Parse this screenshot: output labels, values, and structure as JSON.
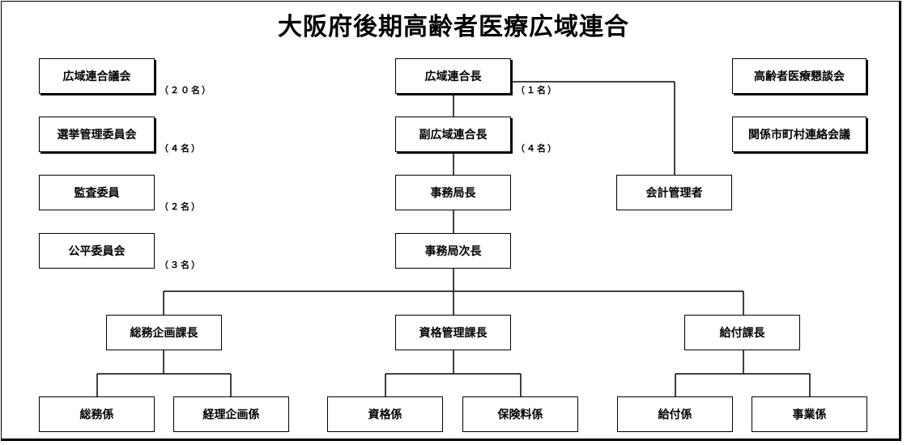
{
  "title": "大阪府後期高齢者医療広域連合",
  "left": {
    "assembly": "広域連合議会",
    "assembly_count": "（２０名）",
    "election": "選挙管理委員会",
    "election_count": "（４名）",
    "audit": "監査委員",
    "audit_count": "（２名）",
    "fairness": "公平委員会",
    "fairness_count": "（３名）"
  },
  "center": {
    "head": "広域連合長",
    "head_count": "（１名）",
    "vice": "副広域連合長",
    "vice_count": "（４名）",
    "director": "事務局長",
    "deputy": "事務局次長"
  },
  "right": {
    "council": "高齢者医療懇談会",
    "municipal": "関係市町村連絡会議",
    "accounting": "会計管理者"
  },
  "sections": {
    "general": "総務企画課長",
    "qualification": "資格管理課長",
    "benefits": "給付課長"
  },
  "units": {
    "general_affairs": "総務係",
    "planning": "経理企画係",
    "qualification": "資格係",
    "premium": "保険料係",
    "benefit": "給付係",
    "business": "事業係"
  }
}
